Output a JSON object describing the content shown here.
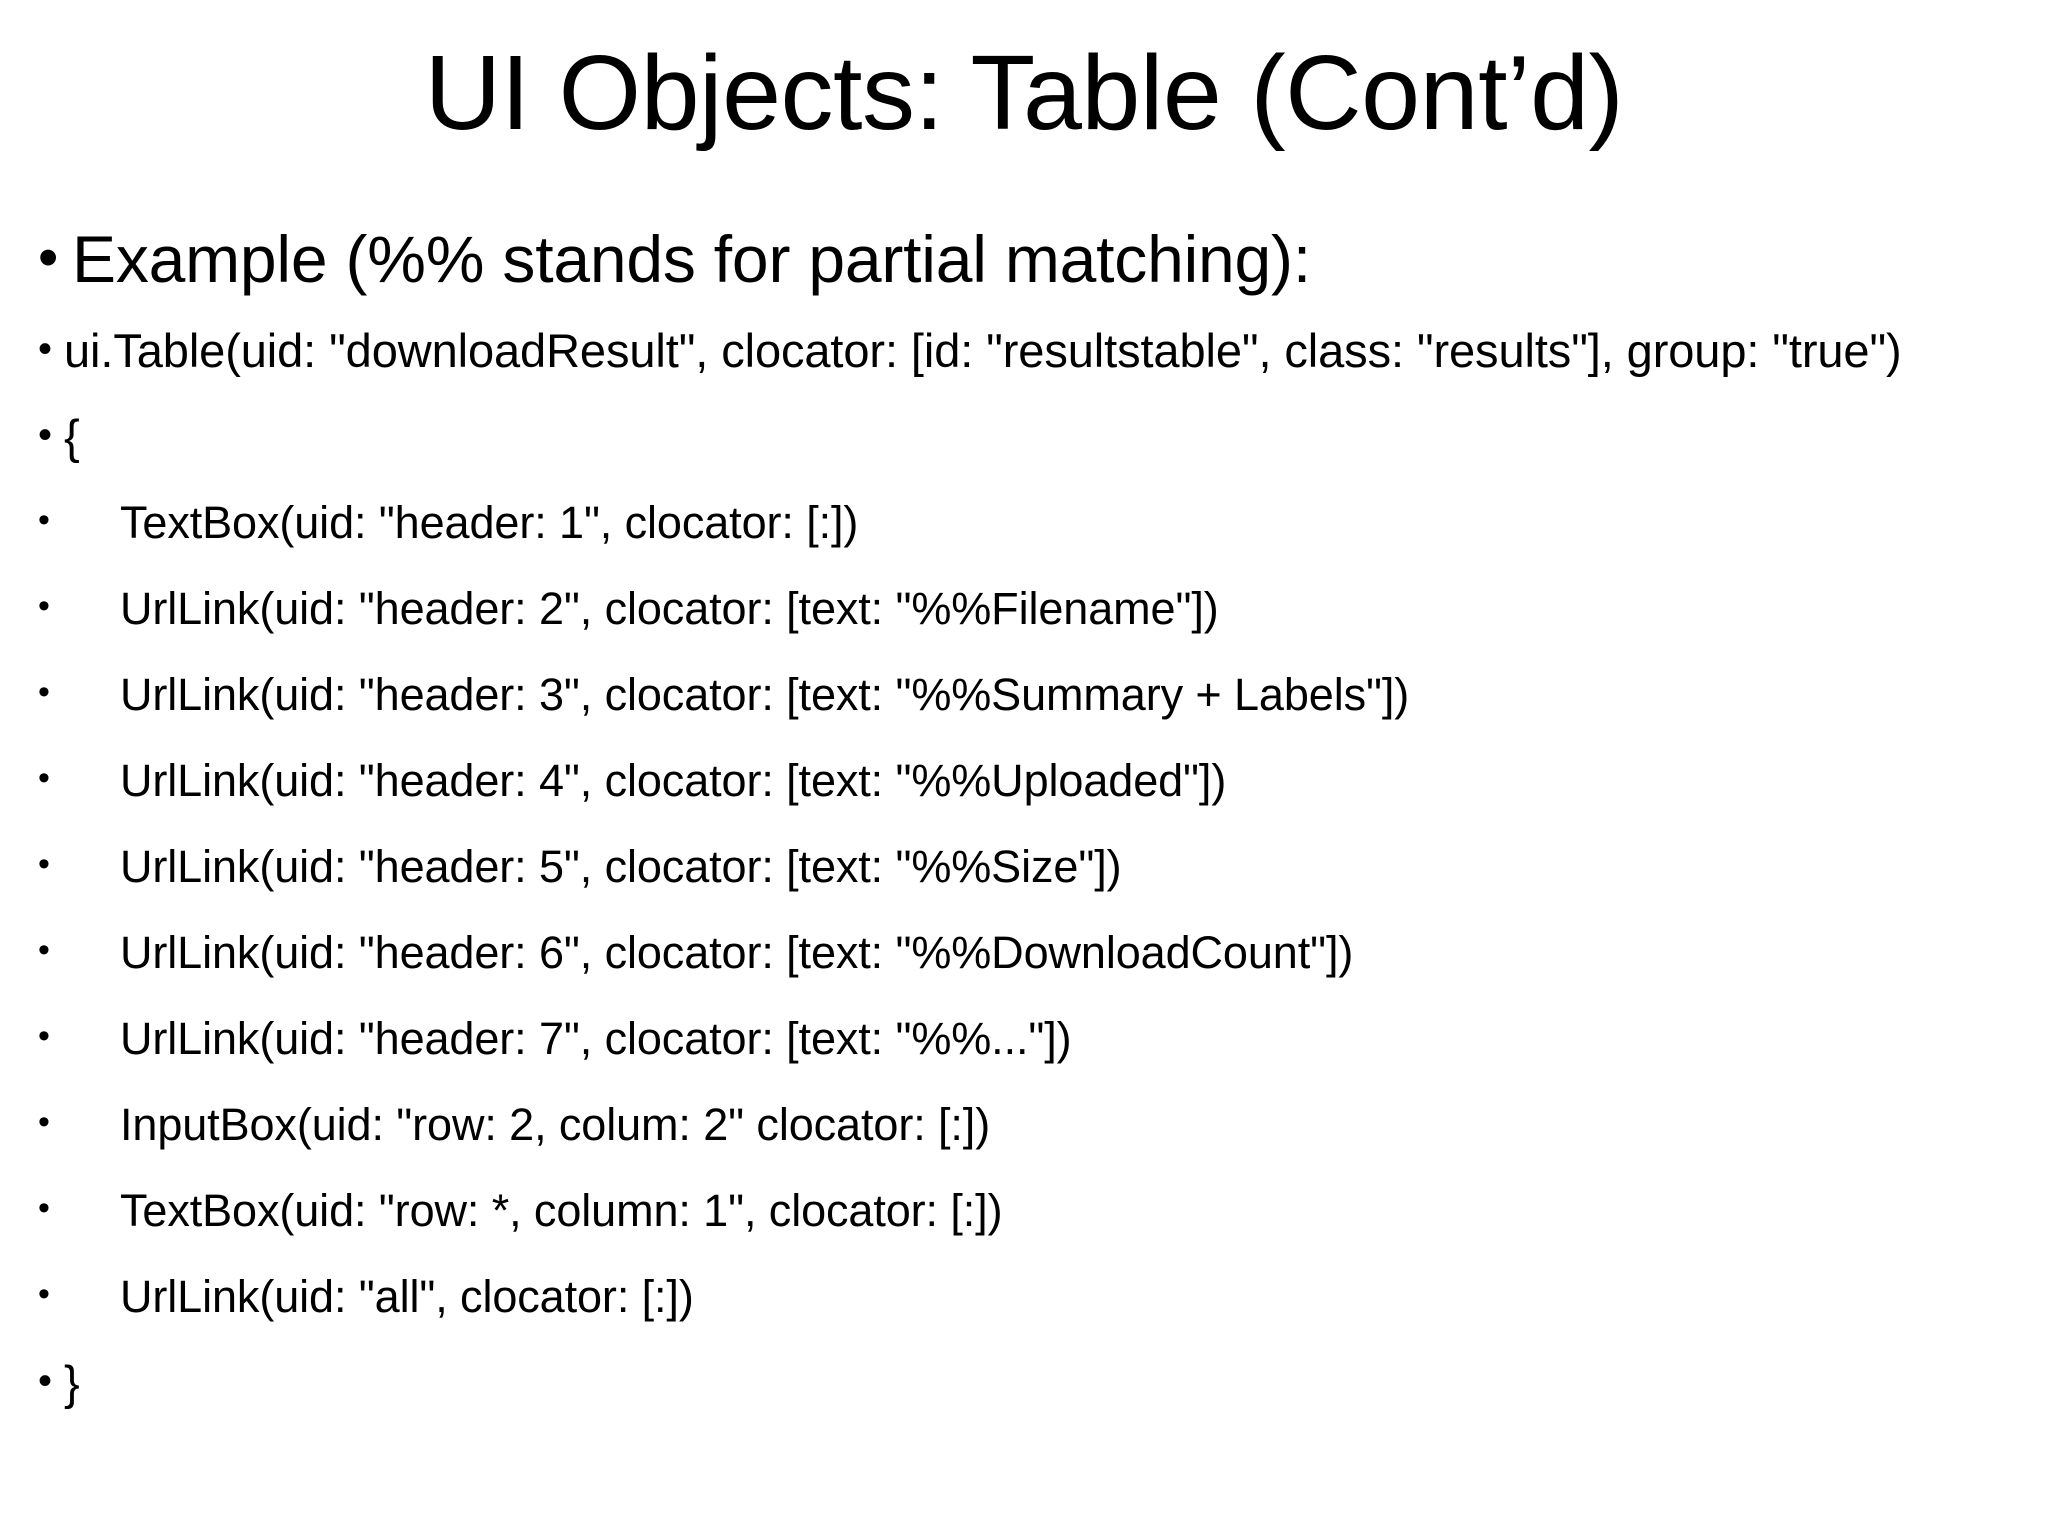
{
  "slide": {
    "title": "UI Objects: Table (Cont’d)",
    "background_color": "#ffffff",
    "text_color": "#000000",
    "bullet_glyph": "•",
    "lines": [
      {
        "level": 1,
        "text": "Example (%% stands for partial matching):"
      },
      {
        "level": 2,
        "text": "ui.Table(uid: \"downloadResult\", clocator: [id: \"resultstable\", class: \"results\"], group: \"true\")"
      },
      {
        "level": 2,
        "text": "{"
      },
      {
        "level": 3,
        "text": "TextBox(uid: \"header: 1\", clocator: [:])"
      },
      {
        "level": 3,
        "text": "UrlLink(uid: \"header: 2\", clocator: [text: \"%%Filename\"])"
      },
      {
        "level": 3,
        "text": "UrlLink(uid: \"header: 3\", clocator: [text: \"%%Summary + Labels\"])"
      },
      {
        "level": 3,
        "text": "UrlLink(uid: \"header: 4\", clocator: [text: \"%%Uploaded\"])"
      },
      {
        "level": 3,
        "text": "UrlLink(uid: \"header: 5\", clocator: [text: \"%%Size\"])"
      },
      {
        "level": 3,
        "text": "UrlLink(uid: \"header: 6\", clocator: [text: \"%%DownloadCount\"])"
      },
      {
        "level": 3,
        "text": "UrlLink(uid: \"header: 7\", clocator: [text: \"%%...\"])"
      },
      {
        "level": 3,
        "text": "InputBox(uid: \"row: 2, colum: 2\" clocator: [:])"
      },
      {
        "level": 3,
        "text": "TextBox(uid: \"row: *, column: 1\", clocator: [:])"
      },
      {
        "level": 3,
        "text": "UrlLink(uid: \"all\", clocator: [:])"
      },
      {
        "level": 2,
        "text": "}"
      }
    ]
  }
}
